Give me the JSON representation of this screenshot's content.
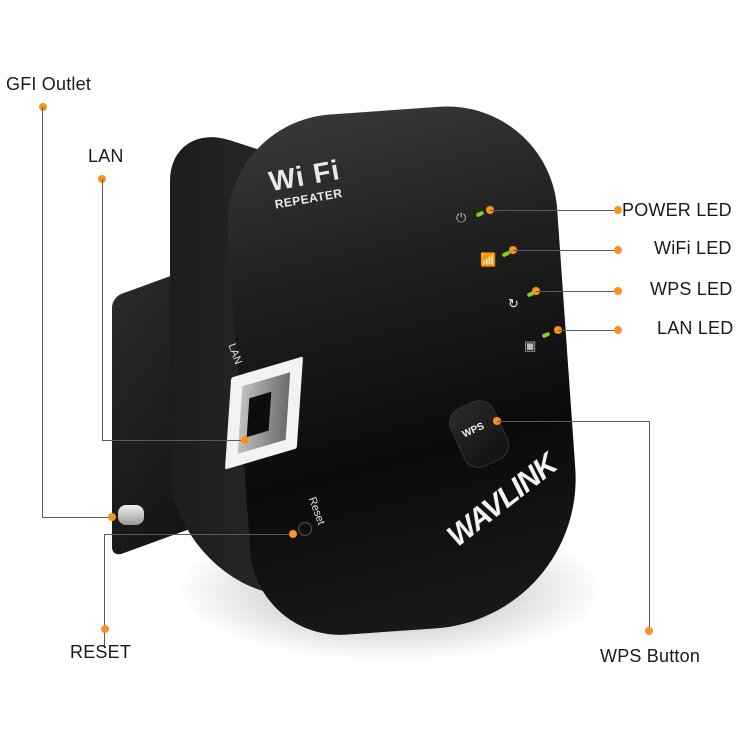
{
  "product": {
    "logo_main": "Wi Fi",
    "logo_sub": "REPEATER",
    "brand": "WAVLINK",
    "port_label": "LAN",
    "reset_label": "Reset",
    "wps_button_text": "WPS"
  },
  "callouts": {
    "gfi_outlet": "GFI Outlet",
    "lan": "LAN",
    "reset": "RESET",
    "power_led": "POWER LED",
    "wifi_led": "WiFi LED",
    "wps_led": "WPS LED",
    "lan_led": "LAN LED",
    "wps_button": "WPS Button"
  },
  "colors": {
    "callout_dot": "#f7931e",
    "led": "#7ed321",
    "device_body": "#141414",
    "leader_line": "#5a5a5a"
  }
}
